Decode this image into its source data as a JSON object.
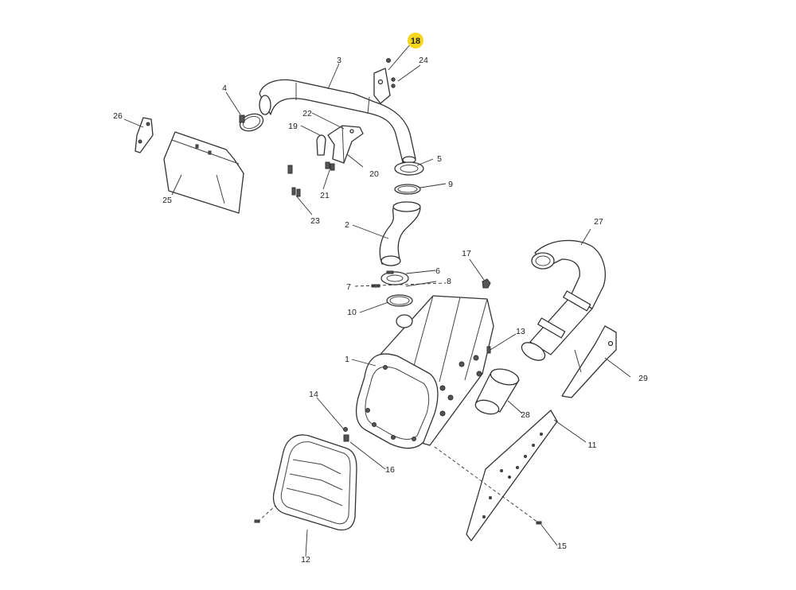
{
  "highlight_color": "#F5D61C",
  "callouts": {
    "c1": "1",
    "c2": "2",
    "c3": "3",
    "c4": "4",
    "c5": "5",
    "c6": "6",
    "c7": "7",
    "c8": "8",
    "c9": "9",
    "c10": "10",
    "c11": "11",
    "c12": "12",
    "c13": "13",
    "c14": "14",
    "c15": "15",
    "c16": "16",
    "c17": "17",
    "c18": "18",
    "c19": "19",
    "c20": "20",
    "c21": "21",
    "c22": "22",
    "c23": "23",
    "c24": "24",
    "c25": "25",
    "c26": "26",
    "c27": "27",
    "c28": "28",
    "c29": "29"
  },
  "highlighted_callout": "18"
}
